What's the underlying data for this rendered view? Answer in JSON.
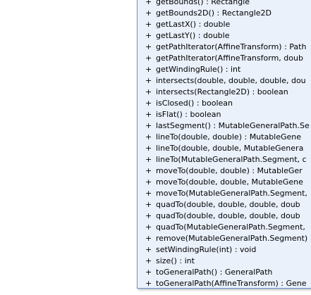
{
  "class_box": {
    "operations": [
      {
        "visibility": "+",
        "signature": "getBounds() : Rectangle"
      },
      {
        "visibility": "+",
        "signature": "getBounds2D() : Rectangle2D"
      },
      {
        "visibility": "+",
        "signature": "getLastX() : double"
      },
      {
        "visibility": "+",
        "signature": "getLastY() : double"
      },
      {
        "visibility": "+",
        "signature": "getPathIterator(AffineTransform) : Path"
      },
      {
        "visibility": "+",
        "signature": "getPathIterator(AffineTransform, doub"
      },
      {
        "visibility": "+",
        "signature": "getWindingRule() : int"
      },
      {
        "visibility": "+",
        "signature": "intersects(double, double, double, dou"
      },
      {
        "visibility": "+",
        "signature": "intersects(Rectangle2D) : boolean"
      },
      {
        "visibility": "+",
        "signature": "isClosed() : boolean"
      },
      {
        "visibility": "+",
        "signature": "isFlat() : boolean"
      },
      {
        "visibility": "+",
        "signature": "lastSegment() : MutableGeneralPath.Se"
      },
      {
        "visibility": "+",
        "signature": "lineTo(double, double) : MutableGene"
      },
      {
        "visibility": "+",
        "signature": "lineTo(double, double, MutableGenera"
      },
      {
        "visibility": "+",
        "signature": "lineTo(MutableGeneralPath.Segment, c"
      },
      {
        "visibility": "+",
        "signature": "moveTo(double, double) : MutableGer"
      },
      {
        "visibility": "+",
        "signature": "moveTo(double, double, MutableGene"
      },
      {
        "visibility": "+",
        "signature": "moveTo(MutableGeneralPath.Segment,"
      },
      {
        "visibility": "+",
        "signature": "quadTo(double, double, double, doub"
      },
      {
        "visibility": "+",
        "signature": "quadTo(double, double, double, doub"
      },
      {
        "visibility": "+",
        "signature": "quadTo(MutableGeneralPath.Segment,"
      },
      {
        "visibility": "+",
        "signature": "remove(MutableGeneralPath.Segment)"
      },
      {
        "visibility": "+",
        "signature": "setWindingRule(int) : void"
      },
      {
        "visibility": "+",
        "signature": "size() : int"
      },
      {
        "visibility": "+",
        "signature": "toGeneralPath() : GeneralPath"
      },
      {
        "visibility": "+",
        "signature": "toGeneralPath(AffineTransform) : Gene"
      }
    ]
  }
}
